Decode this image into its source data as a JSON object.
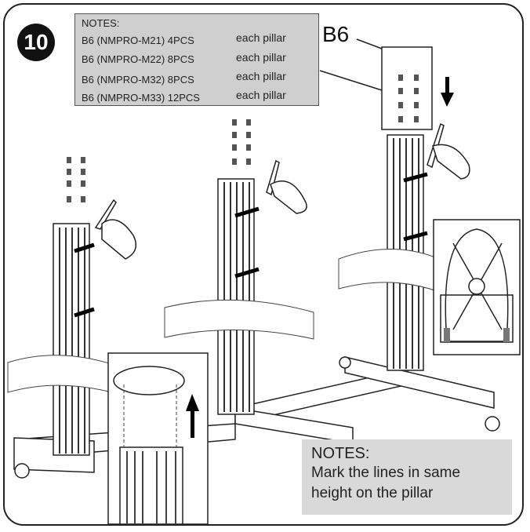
{
  "step": {
    "number": "10"
  },
  "notes_top": {
    "header": "NOTES:",
    "rows": [
      {
        "part": "B6 (NMPRO-M21) 4PCS",
        "each": "each pillar"
      },
      {
        "part": "B6 (NMPRO-M22) 8PCS",
        "each": "each pillar"
      },
      {
        "part": "B6 (NMPRO-M32) 8PCS",
        "each": "each pillar"
      },
      {
        "part": "B6 (NMPRO-M33) 12PCS",
        "each": "each pillar"
      }
    ]
  },
  "callout": {
    "label": "B6"
  },
  "notes_bottom": {
    "header": "NOTES:",
    "text": "Mark the lines in same height on the pillar"
  }
}
